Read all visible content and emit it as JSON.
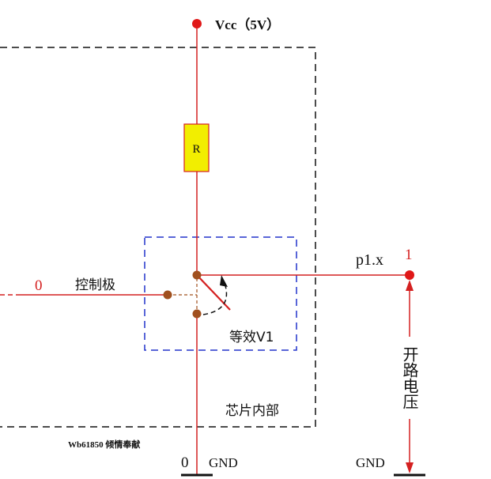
{
  "labels": {
    "vcc": "Vcc（5V）",
    "resistor": "R",
    "control_value": "0",
    "control_label": "控制极",
    "pin_label": "p1.x",
    "pin_value": "1",
    "equiv_label": "等效V1",
    "chip_inside": "芯片内部",
    "watermark": "Wb61850 倾情奉献",
    "gnd_value": "0",
    "gnd_left": "GND",
    "gnd_right": "GND",
    "open_voltage": "开路电压"
  },
  "colors": {
    "wire": "#d42020",
    "node": "#a0501e",
    "vcc_dot": "#e01818",
    "resistor_fill": "#f2ee00",
    "chip_border": "#111111",
    "equiv_border": "#2233cc",
    "text": "#111111",
    "red_text": "#d42020"
  }
}
